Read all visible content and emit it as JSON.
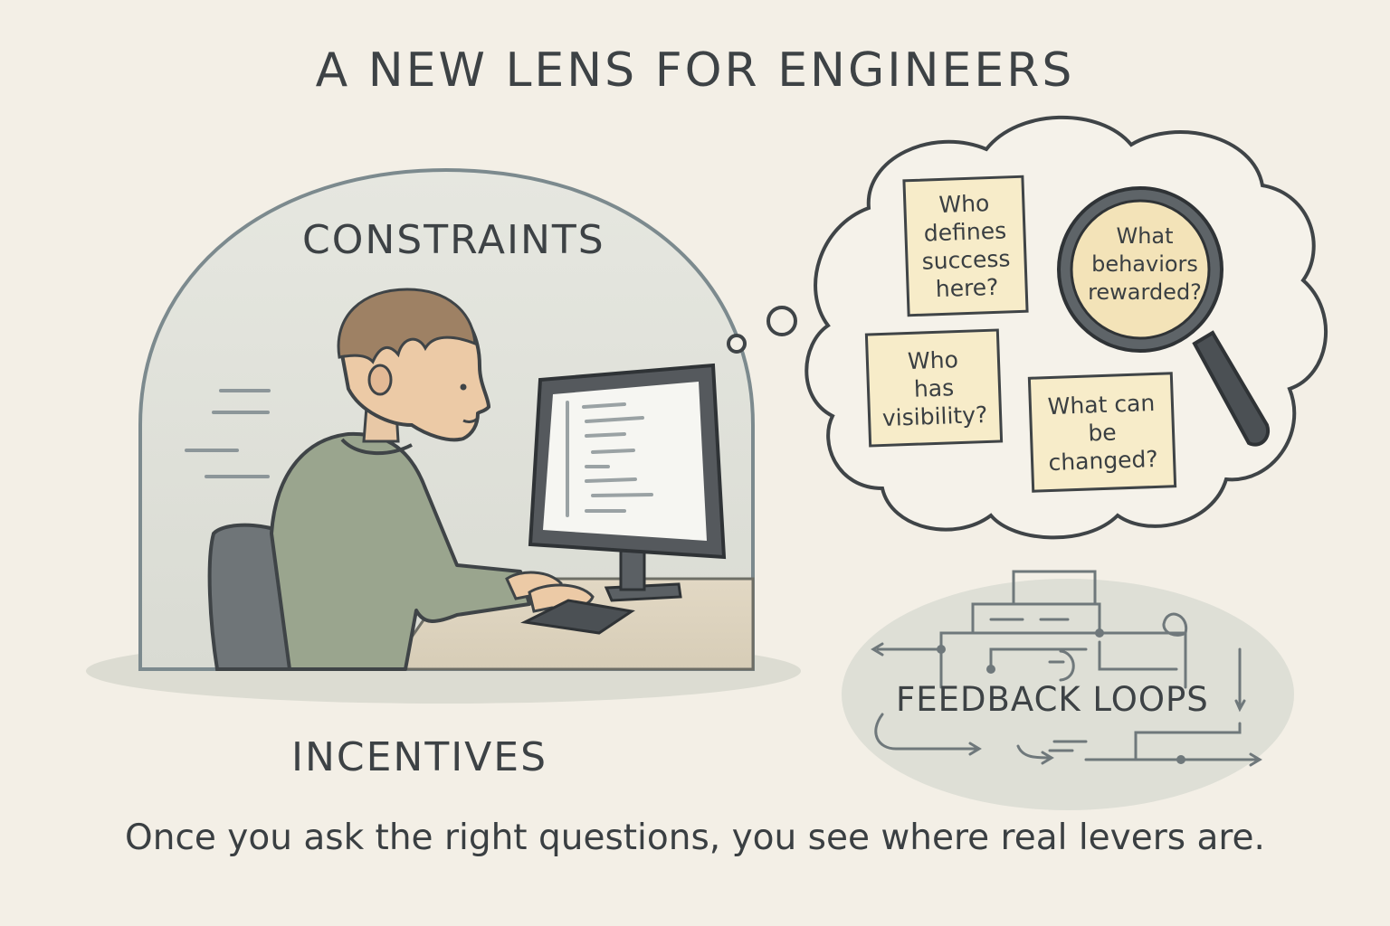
{
  "title": "A NEW LENS FOR ENGINEERS",
  "labels": {
    "constraints": "CONSTRAINTS",
    "incentives": "INCENTIVES",
    "feedback_loops": "FEEDBACK LOOPS"
  },
  "questions": {
    "defines_success": [
      "Who",
      "defines",
      "success",
      "here?"
    ],
    "behaviors": [
      "What",
      "behaviors",
      "rewarded?"
    ],
    "visibility": [
      "Who",
      "has",
      "visibility?"
    ],
    "changed": [
      "What can",
      "be",
      "changed?"
    ]
  },
  "caption": "Once you ask the right questions, you see where real levers are.",
  "colors": {
    "background": "#f3efe6",
    "ink": "#3d4245",
    "dome": "#e4e4dc",
    "sweater": "#9aa58e",
    "sticky_note": "#f7ecc9",
    "lens_glass": "#f3e3b8"
  },
  "icons": [
    "person-icon",
    "computer-monitor-icon",
    "chair-icon",
    "magnifying-glass-icon",
    "thought-bubble-icon"
  ]
}
